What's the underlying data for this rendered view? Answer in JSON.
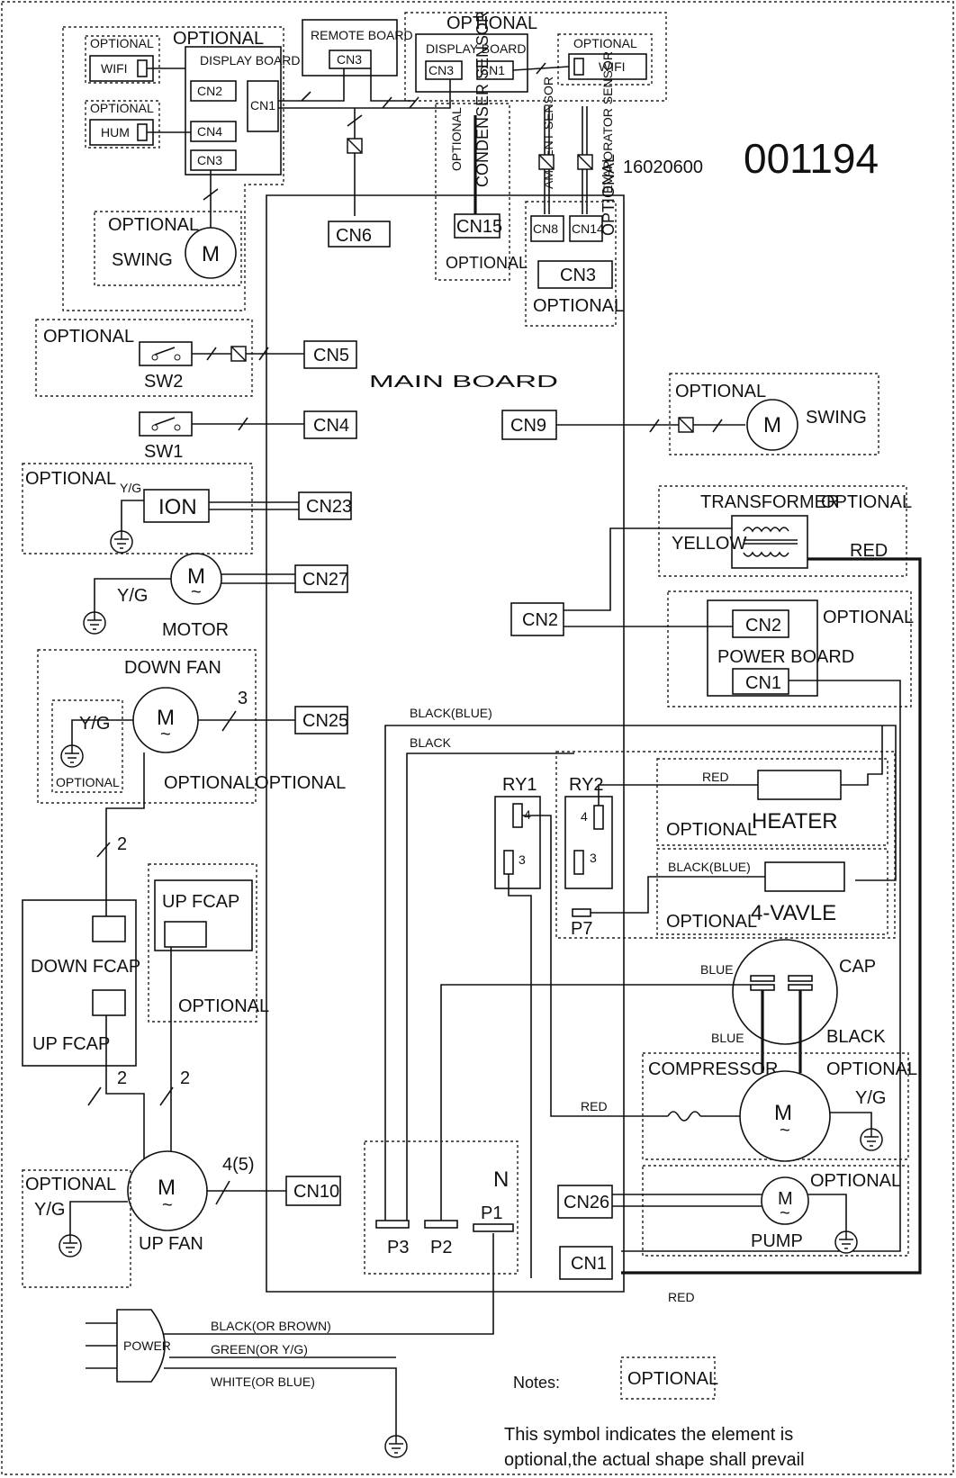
{
  "serial_prefix": "16020600",
  "serial_suffix": "001194",
  "main_board": "MAIN BOARD",
  "optional": "OPTIONAL",
  "optional_double": "OPTIONALOPTIONAL",
  "connectors": {
    "cn1": "CN1",
    "cn2": "CN2",
    "cn3": "CN3",
    "cn4": "CN4",
    "cn5": "CN5",
    "cn6": "CN6",
    "cn8": "CN8",
    "cn9": "CN9",
    "cn10": "CN10",
    "cn14": "CN14",
    "cn15": "CN15",
    "cn23": "CN23",
    "cn25": "CN25",
    "cn26": "CN26",
    "cn27": "CN27"
  },
  "boards": {
    "display_board": "DISPLAY BOARD",
    "remote_board": "REMOTE BOARD",
    "power_board": "POWER BOARD",
    "transformer": "TRANSFORMER",
    "wifi": "WIFI",
    "hum": "HUM"
  },
  "sensors": {
    "condenser": "CONDENSER SENSOR",
    "ambient": "AMBIENT SENSOR",
    "evaporator": "EVAPORATOR SENSOR"
  },
  "components": {
    "swing": "SWING",
    "motor_symbol": "M",
    "motor": "MOTOR",
    "down_fan": "DOWN FAN",
    "up_fan": "UP FAN",
    "down_fcap": "DOWN  FCAP",
    "up_fcap": "UP  FCAP",
    "up_fcap_box": "UP FCAP",
    "ion": "ION",
    "sw1": "SW1",
    "sw2": "SW2",
    "heater": "HEATER",
    "four_valve": "4-VAVLE",
    "cap": "CAP",
    "compressor": "COMPRESSOR",
    "pump": "PUMP",
    "power": "POWER",
    "ry1": "RY1",
    "ry2": "RY2",
    "p1": "P1",
    "p2": "P2",
    "p3": "P3",
    "p7": "P7",
    "n": "N",
    "yg": "Y/G",
    "relay_pin_4": "4",
    "relay_pin_3": "3"
  },
  "wires": {
    "yellow": "YELLOW",
    "red": "RED",
    "black": "BLACK",
    "black_blue": "BLACK(BLUE)",
    "blue": "BLUE",
    "black_or_brown": "BLACK(OR BROWN)",
    "green_or_yg": "GREEN(OR Y/G)",
    "white_or_blue": "WHITE(OR BLUE)",
    "count_2": "2",
    "count_3": "3",
    "count_4_5": "4(5)"
  },
  "notes": {
    "title": "Notes:",
    "line1": "This symbol indicates the element is",
    "line2": "optional,the actual shape shall prevail"
  }
}
